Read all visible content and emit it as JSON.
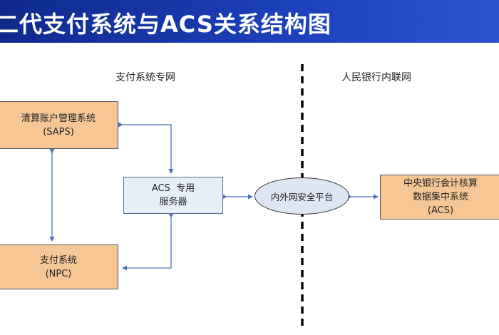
{
  "title": "二代支付系统与ACS关系结构图",
  "zones": {
    "left": "支付系统专网",
    "right": "人民银行内联网"
  },
  "nodes": {
    "saps": {
      "line1": "清算账户管理系统",
      "line2": "(SAPS)"
    },
    "npc": {
      "line1": "支付系统",
      "line2": "(NPC)"
    },
    "server": {
      "line1": "ACS  专用",
      "line2": "服务器"
    },
    "platform": {
      "label": "内外网安全平台"
    },
    "acs": {
      "line1": "中央银行会计核算",
      "line2": "数据集中系统",
      "line3": "(ACS)"
    }
  },
  "colors": {
    "banner": "#1b3fb8",
    "box_fill": "#f6c795",
    "server_fill": "#e6eef8",
    "arrow": "#4a74b8"
  }
}
